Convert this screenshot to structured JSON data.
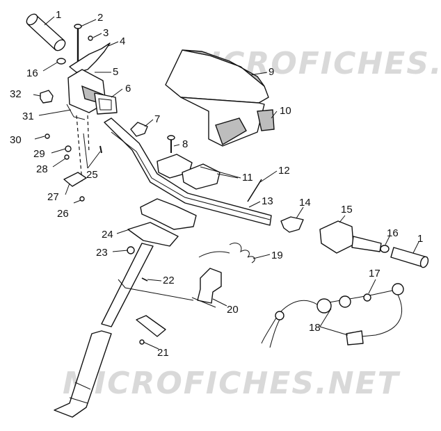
{
  "watermark": "MICROFICHES.NET",
  "callouts": [
    {
      "id": "c1a",
      "label": "1"
    },
    {
      "id": "c2",
      "label": "2"
    },
    {
      "id": "c3",
      "label": "3"
    },
    {
      "id": "c4",
      "label": "4"
    },
    {
      "id": "c5",
      "label": "5"
    },
    {
      "id": "c6",
      "label": "6"
    },
    {
      "id": "c7",
      "label": "7"
    },
    {
      "id": "c8",
      "label": "8"
    },
    {
      "id": "c9",
      "label": "9"
    },
    {
      "id": "c10",
      "label": "10"
    },
    {
      "id": "c11",
      "label": "11"
    },
    {
      "id": "c12",
      "label": "12"
    },
    {
      "id": "c13",
      "label": "13"
    },
    {
      "id": "c14",
      "label": "14"
    },
    {
      "id": "c15",
      "label": "15"
    },
    {
      "id": "c16a",
      "label": "16"
    },
    {
      "id": "c16b",
      "label": "16"
    },
    {
      "id": "c1b",
      "label": "1"
    },
    {
      "id": "c17",
      "label": "17"
    },
    {
      "id": "c18",
      "label": "18"
    },
    {
      "id": "c19",
      "label": "19"
    },
    {
      "id": "c20",
      "label": "20"
    },
    {
      "id": "c21",
      "label": "21"
    },
    {
      "id": "c22",
      "label": "22"
    },
    {
      "id": "c23",
      "label": "23"
    },
    {
      "id": "c24",
      "label": "24"
    },
    {
      "id": "c25",
      "label": "25"
    },
    {
      "id": "c26",
      "label": "26"
    },
    {
      "id": "c27",
      "label": "27"
    },
    {
      "id": "c28",
      "label": "28"
    },
    {
      "id": "c29",
      "label": "29"
    },
    {
      "id": "c30",
      "label": "30"
    },
    {
      "id": "c31",
      "label": "31"
    },
    {
      "id": "c32",
      "label": "32"
    }
  ]
}
